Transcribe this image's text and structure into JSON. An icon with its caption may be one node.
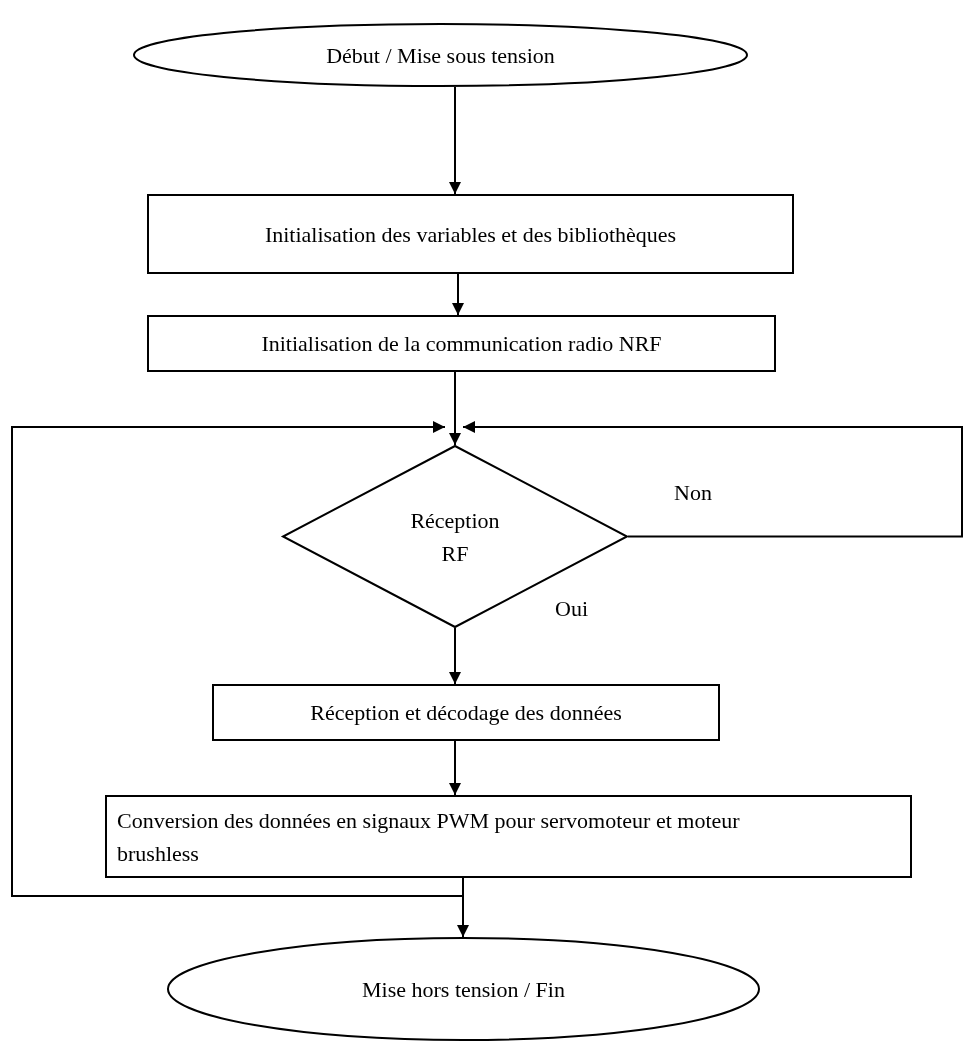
{
  "diagram": {
    "nodes": [
      {
        "text": [
          "Début / Mise sous tension"
        ]
      },
      {
        "text": [
          "Initialisation des variables et des bibliothèques"
        ]
      },
      {
        "text": [
          "Initialisation de la communication radio NRF"
        ]
      },
      {
        "text": [
          "Réception RF"
        ]
      },
      {
        "text": [
          "Réception et décodage des données"
        ]
      },
      {
        "text": [
          "Conversion des données en signaux PWM pour servomoteur et moteur brushless"
        ]
      },
      {
        "text": [
          "Mise hors tension / Fin"
        ]
      }
    ],
    "edges": [
      {
        "from": 0,
        "to": 1,
        "arrow": "to"
      },
      {
        "from": 1,
        "to": 2,
        "arrow": "to"
      },
      {
        "from": 2,
        "to": 3,
        "arrow": "to"
      },
      {
        "from": 3,
        "to": 3,
        "arrow": "to",
        "label": "Non"
      },
      {
        "from": 3,
        "to": 4,
        "arrow": "to",
        "label": "Oui"
      },
      {
        "from": 4,
        "to": 5,
        "arrow": "to"
      },
      {
        "from": 5,
        "to": 6,
        "arrow": "to"
      },
      {
        "from": 5,
        "to": 3,
        "arrow": "to"
      }
    ]
  }
}
